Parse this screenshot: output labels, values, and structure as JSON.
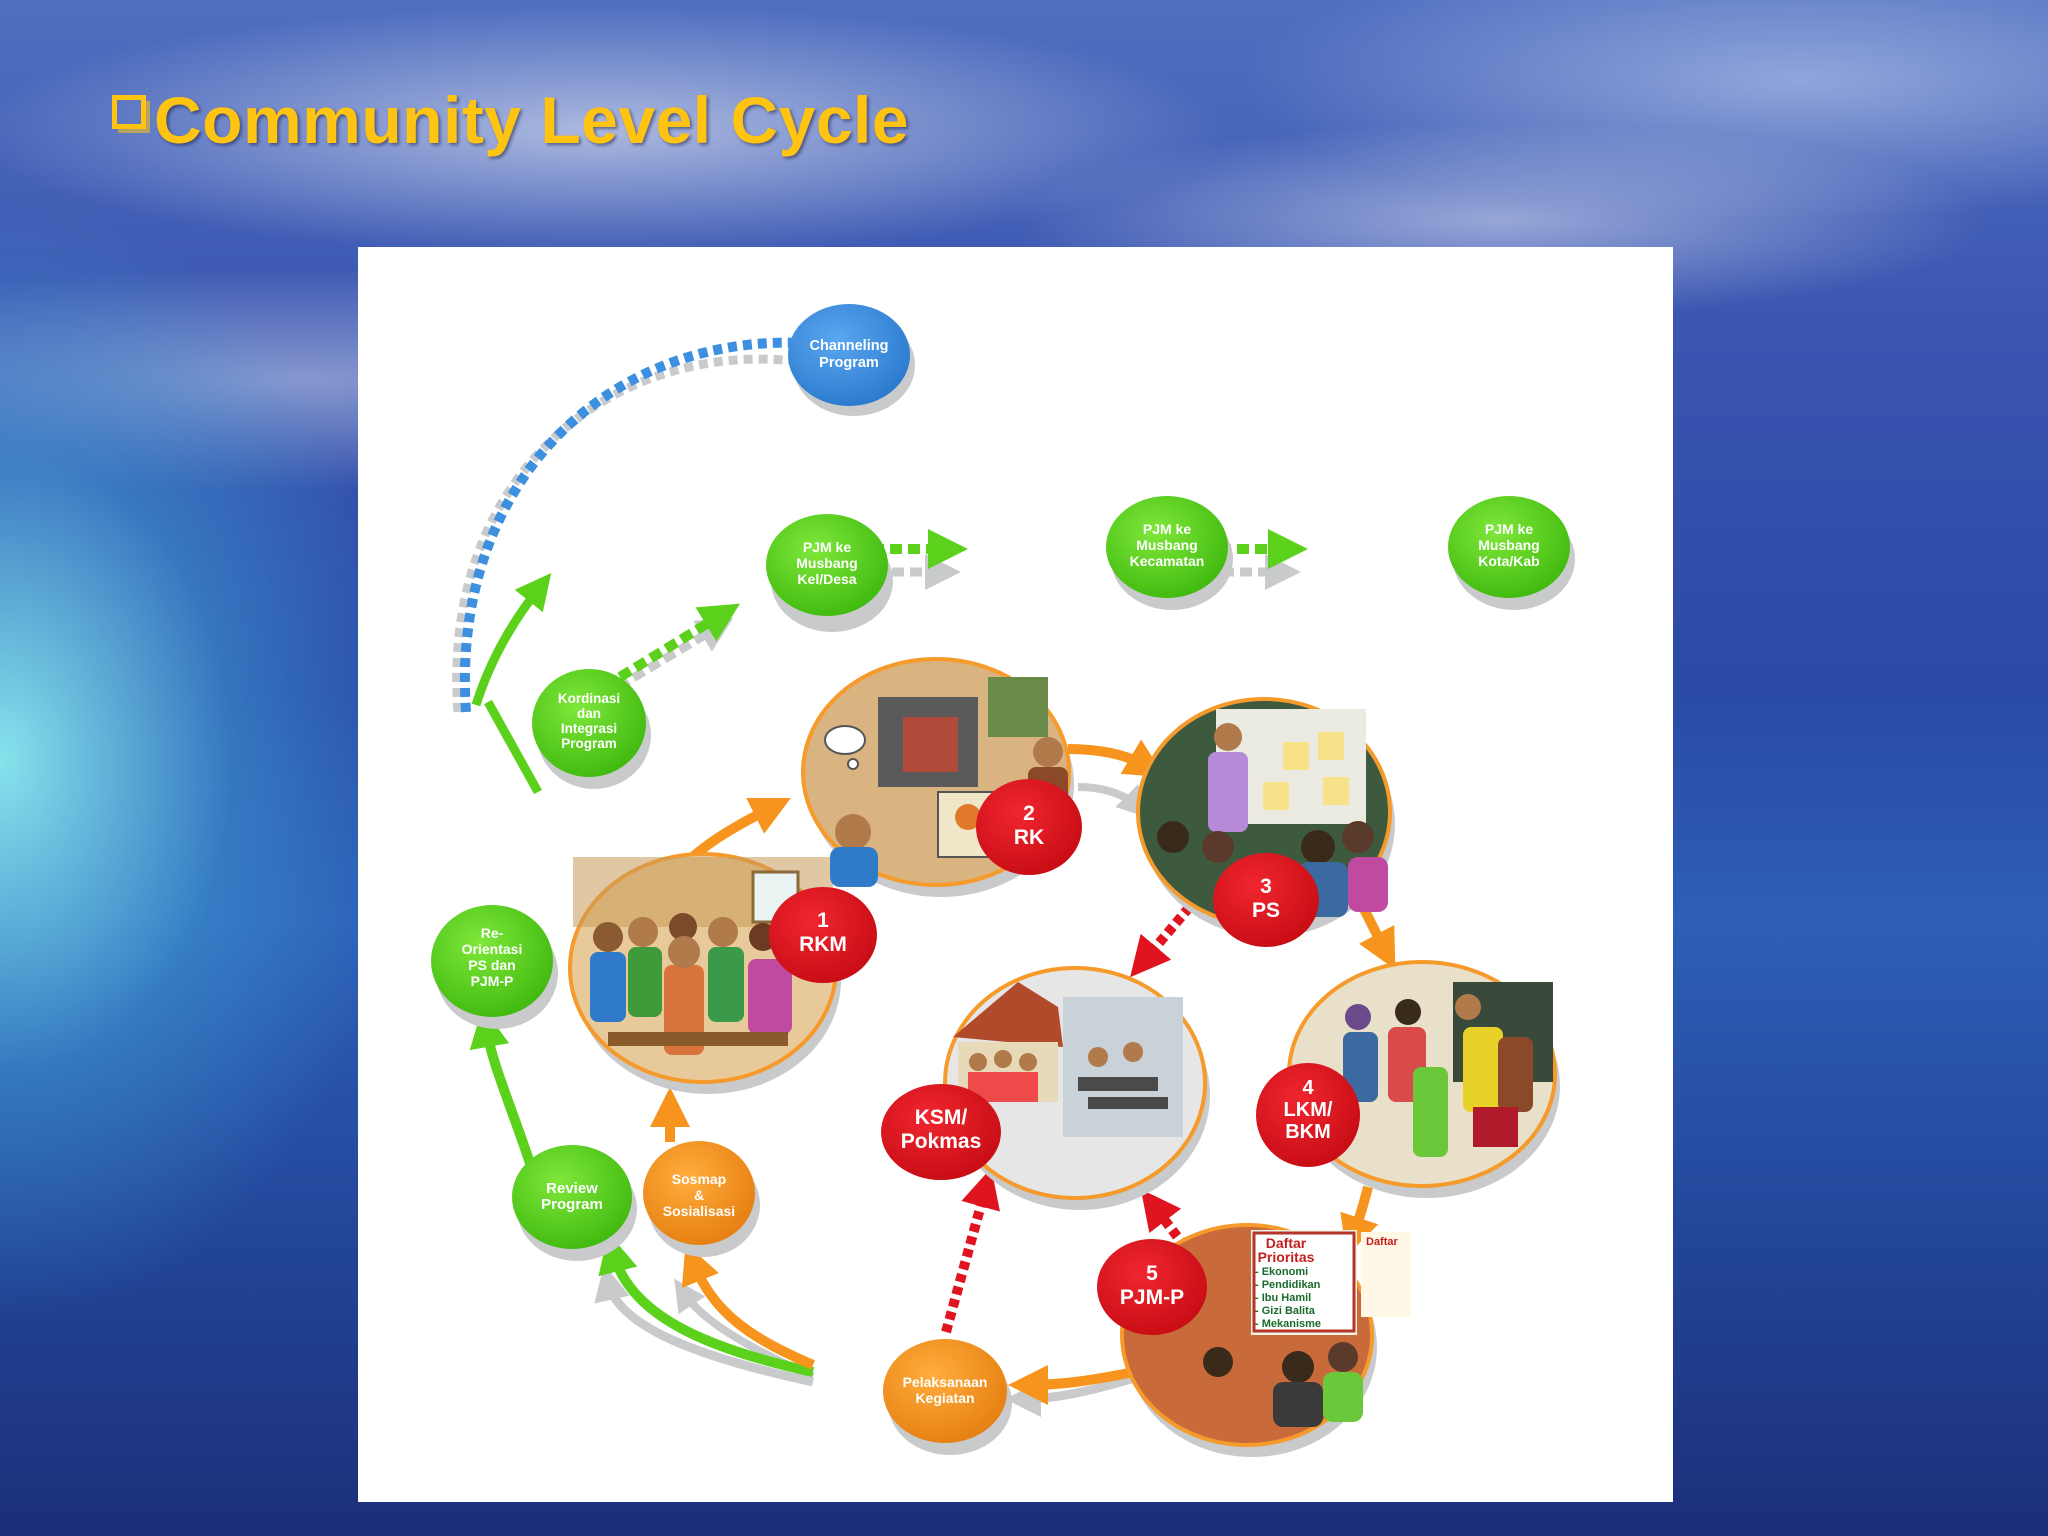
{
  "slide": {
    "title": "Community Level Cycle"
  },
  "colors": {
    "title": "#ffc312",
    "green": "#5bd11c",
    "orange": "#f7941d",
    "red": "#e0141e",
    "blue": "#3d8fe0",
    "grey": "#c8cacc",
    "ring": "#f59a2b"
  },
  "diagram": {
    "nodes": {
      "channeling": {
        "lines": [
          "Channeling",
          "Program"
        ],
        "color": "blue"
      },
      "pjm_kel": {
        "lines": [
          "PJM ke",
          "Musbang",
          "Kel/Desa"
        ],
        "color": "green"
      },
      "pjm_kec": {
        "lines": [
          "PJM ke",
          "Musbang",
          "Kecamatan"
        ],
        "color": "green"
      },
      "pjm_kota": {
        "lines": [
          "PJM ke",
          "Musbang",
          "Kota/Kab"
        ],
        "color": "green"
      },
      "kordinasi": {
        "lines": [
          "Kordinasi",
          "dan",
          "Integrasi",
          "Program"
        ],
        "color": "green"
      },
      "reorientasi": {
        "lines": [
          "Re-",
          "Orientasi",
          "PS dan",
          "PJM-P"
        ],
        "color": "green"
      },
      "review": {
        "lines": [
          "Review",
          "Program"
        ],
        "color": "green"
      },
      "sosmap": {
        "lines": [
          "Sosmap",
          "&",
          "Sosialisasi"
        ],
        "color": "orange"
      },
      "pelaksanaan": {
        "lines": [
          "Pelaksanaan",
          "Kegiatan"
        ],
        "color": "orange"
      }
    },
    "stages": {
      "rkm": {
        "lines": [
          "1",
          "RKM"
        ]
      },
      "rk": {
        "lines": [
          "2",
          "RK"
        ]
      },
      "ps": {
        "lines": [
          "3",
          "PS"
        ]
      },
      "lkm": {
        "lines": [
          "4",
          "LKM/",
          "BKM"
        ]
      },
      "pjmp": {
        "lines": [
          "5",
          "PJM-P"
        ]
      },
      "ksm": {
        "lines": [
          "KSM/",
          "Pokmas"
        ]
      }
    },
    "poster": {
      "heading": [
        "Daftar",
        "Prioritas"
      ],
      "items": [
        "- Ekonomi",
        "- Pendidikan",
        "- Ibu Hamil",
        "- Gizi Balita",
        "- Mekanisme"
      ],
      "side_heading": "Daftar"
    }
  }
}
